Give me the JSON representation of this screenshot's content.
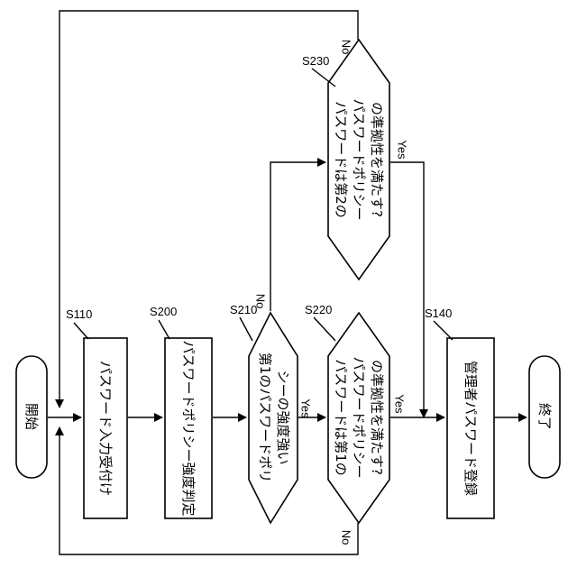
{
  "start": "開始",
  "end": "終了",
  "steps": {
    "s110": {
      "id": "S110",
      "text": "パスワード入力受付け"
    },
    "s200": {
      "id": "S200",
      "text": "パスワードポリシー強度判定"
    },
    "s210": {
      "id": "S210",
      "lines": [
        "第1のパスワードポリ",
        "シーの強度強い"
      ]
    },
    "s220": {
      "id": "S220",
      "lines": [
        "パスワードは第1の",
        "パスワードポリシー",
        "の準拠性を満たす?"
      ]
    },
    "s230": {
      "id": "S230",
      "lines": [
        "パスワードは第2の",
        "パスワードポリシー",
        "の準拠性を満たす?"
      ]
    },
    "s140": {
      "id": "S140",
      "text": "管理者パスワード登録"
    }
  },
  "branches": {
    "yes": "Yes",
    "no": "No"
  }
}
